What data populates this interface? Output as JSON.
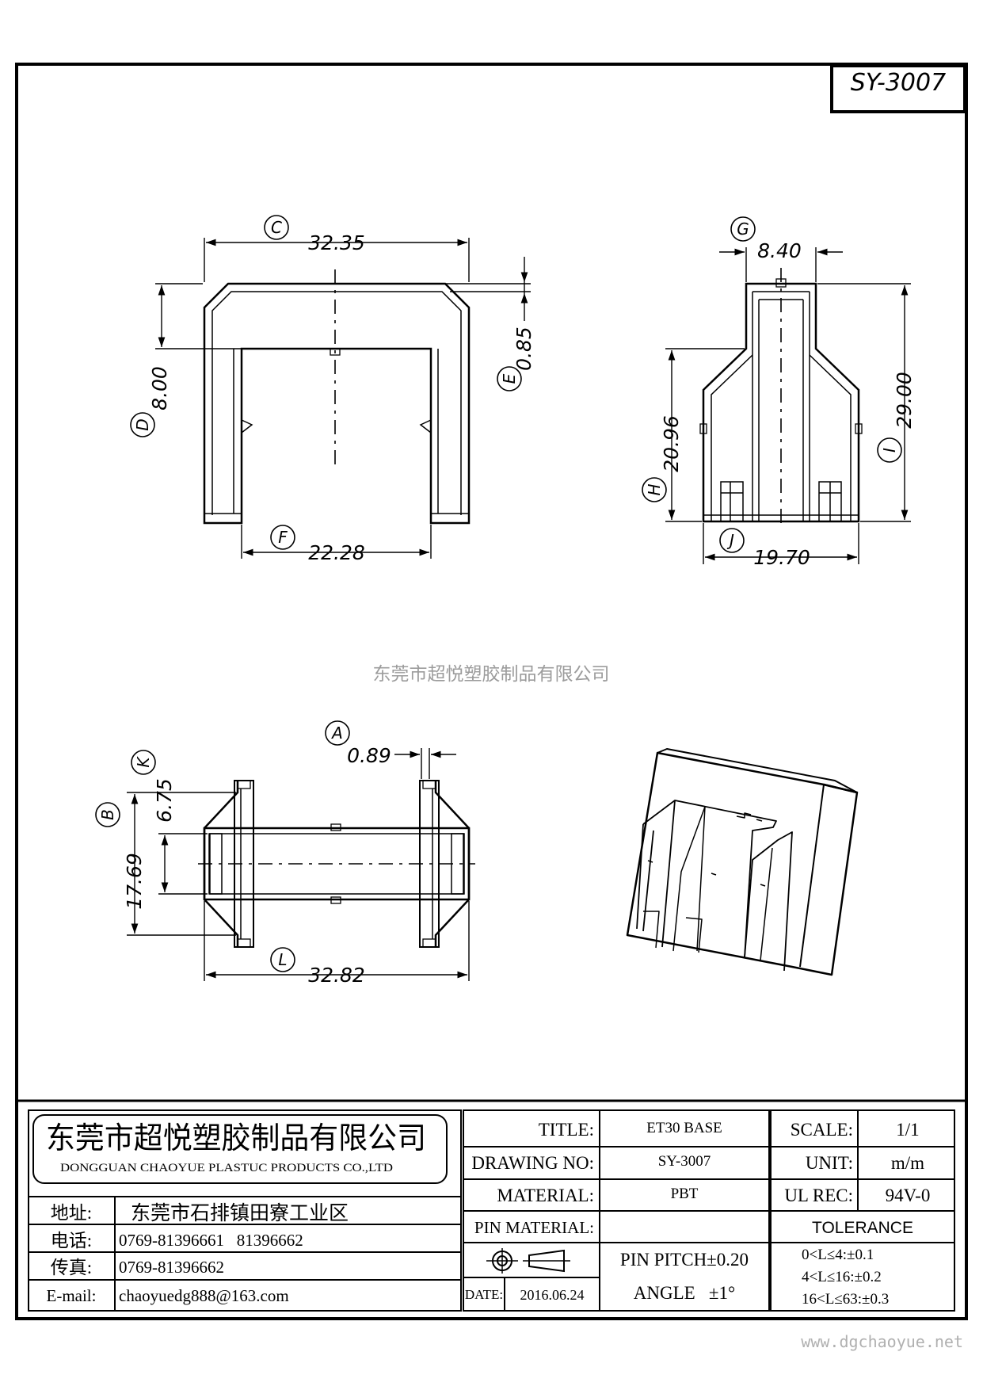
{
  "drawing_id": "SY-3007",
  "dims": {
    "c": {
      "label": "C",
      "value": "32.35"
    },
    "d": {
      "label": "D",
      "value": "8.00"
    },
    "e": {
      "label": "E",
      "value": "0.85"
    },
    "f": {
      "label": "F",
      "value": "22.28"
    },
    "g": {
      "label": "G",
      "value": "8.40"
    },
    "h": {
      "label": "H",
      "value": "20.96"
    },
    "i": {
      "label": "I",
      "value": "29.00"
    },
    "j": {
      "label": "J",
      "value": "19.70"
    },
    "a": {
      "label": "A",
      "value": "0.89"
    },
    "b": {
      "label": "B",
      "value": "17.69"
    },
    "k": {
      "label": "K",
      "value": "6.75"
    },
    "l": {
      "label": "L",
      "value": "32.82"
    }
  },
  "watermark_center": "东莞市超悦塑胶制品有限公司",
  "watermark_corner": "www.dgchaoyue.net",
  "company": {
    "name_cn": "东莞市超悦塑胶制品有限公司",
    "name_en": "DONGGUAN CHAOYUE PLASTUC PRODUCTS CO.,LTD"
  },
  "contact": {
    "address_label": "地址:",
    "address": "东莞市石排镇田寮工业区",
    "phone_label": "电话:",
    "phone": "0769-81396661   81396662",
    "fax_label": "传真:",
    "fax": "0769-81396662",
    "email_label": "E-mail:",
    "email": "chaoyuedg888@163.com"
  },
  "info": {
    "title_label": "TITLE:",
    "title": "ET30 BASE",
    "drawing_no_label": "DRAWING NO:",
    "drawing_no": "SY-3007",
    "material_label": "MATERIAL:",
    "material": "PBT",
    "pin_material_label": "PIN MATERIAL:",
    "pin_material": "",
    "date_label": "DATE:",
    "date": "2016.06.24",
    "pin_pitch": "PIN PITCH±0.20",
    "angle": "ANGLE   ±1°"
  },
  "spec": {
    "scale_label": "SCALE:",
    "scale": "1/1",
    "unit_label": "UNIT:",
    "unit": "m/m",
    "ul_rec_label": "UL REC:",
    "ul_rec": "94V-0",
    "tolerance_title": "TOLERANCE",
    "tolerance_rows": [
      "0<L≤4:±0.1",
      "4<L≤16:±0.2",
      "16<L≤63:±0.3"
    ]
  },
  "icons": {
    "projection": "first-angle-projection-icon"
  }
}
